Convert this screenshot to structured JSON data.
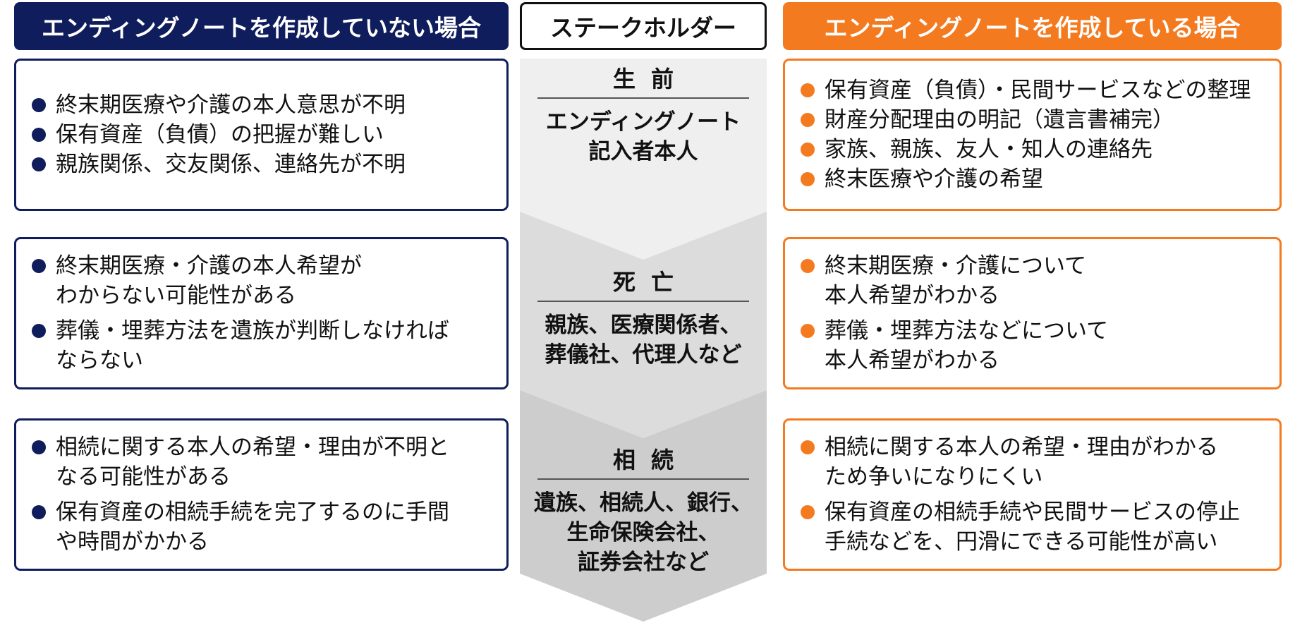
{
  "headers": {
    "left": "エンディングノートを作成していない場合",
    "center": "ステークホルダー",
    "right": "エンディングノートを作成している場合"
  },
  "stages": [
    {
      "label": "生前",
      "stakeholders": "エンディングノート\n記入者本人",
      "without_note": [
        "終末期医療や介護の本人意思が不明",
        "保有資産（負債）の把握が難しい",
        "親族関係、交友関係、連絡先が不明"
      ],
      "with_note": [
        "保有資産（負債）・民間サービスなどの整理",
        "財産分配理由の明記（遺言書補完）",
        "家族、親族、友人・知人の連絡先",
        "終末医療や介護の希望"
      ]
    },
    {
      "label": "死亡",
      "stakeholders": "親族、医療関係者、\n葬儀社、代理人など",
      "without_note": [
        "終末期医療・介護の本人希望が\nわからない可能性がある",
        "葬儀・埋葬方法を遺族が判断しなければ\nならない"
      ],
      "with_note": [
        "終末期医療・介護について\n本人希望がわかる",
        "葬儀・埋葬方法などについて\n本人希望がわかる"
      ]
    },
    {
      "label": "相続",
      "stakeholders": "遺族、相続人、銀行、\n生命保険会社、\n証券会社など",
      "without_note": [
        "相続に関する本人の希望・理由が不明と\nなる可能性がある",
        "保有資産の相続手続を完了するのに手間\nや時間がかかる"
      ],
      "with_note": [
        "相続に関する本人の希望・理由がわかる\nため争いになりにくい",
        "保有資産の相続手続や民間サービスの停止\n手続などを、円滑にできる可能性が高い"
      ]
    }
  ],
  "colors": {
    "navy": "#0f1d5c",
    "orange": "#f47a20",
    "arrow_light": "#efefef",
    "arrow_mid": "#dcdcdc",
    "arrow_dark": "#cdcdcd"
  }
}
